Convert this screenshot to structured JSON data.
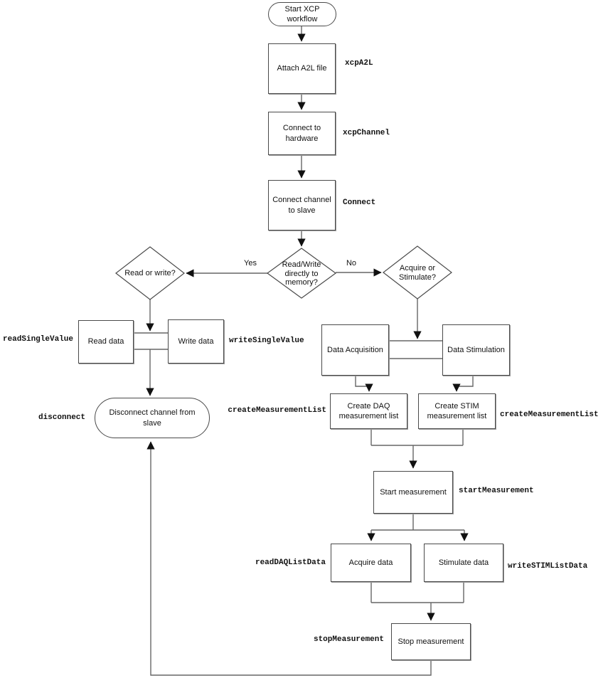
{
  "flowchart": {
    "nodes": {
      "start": "Start XCP workflow",
      "attach_a2l": "Attach A2L file",
      "connect_hardware": "Connect to hardware",
      "connect_channel": "Connect channel to slave",
      "decision_rw_memory": "Read/Write directly to memory?",
      "decision_read_write": "Read or write?",
      "decision_acquire_stimulate": "Acquire or Stimulate?",
      "read_data": "Read data",
      "write_data": "Write data",
      "disconnect": "Disconnect channel from slave",
      "data_acquisition": "Data Acquisition",
      "data_stimulation": "Data Stimulation",
      "create_daq_list": "Create DAQ measurement list",
      "create_stim_list": "Create STIM measurement list",
      "start_measurement": "Start measurement",
      "acquire_data": "Acquire data",
      "stimulate_data": "Stimulate data",
      "stop_measurement": "Stop measurement"
    },
    "function_labels": {
      "xcp_a2l": "xcpA2L",
      "xcp_channel": "xcpChannel",
      "connect": "Connect",
      "read_single_value": "readSingleValue",
      "write_single_value": "writeSingleValue",
      "disconnect": "disconnect",
      "create_measurement_list_left": "createMeasurementList",
      "create_measurement_list_right": "createMeasurementList",
      "start_measurement": "startMeasurement",
      "read_daq_list_data": "readDAQListData",
      "write_stim_list_data": "writeSTIMListData",
      "stop_measurement": "stopMeasurement"
    },
    "branch_labels": {
      "yes": "Yes",
      "no": "No"
    },
    "colors": {
      "background": "#ffffff",
      "line": "#666666",
      "border": "#4a4a4a",
      "arrow": "#111111",
      "text": "#111111"
    }
  }
}
